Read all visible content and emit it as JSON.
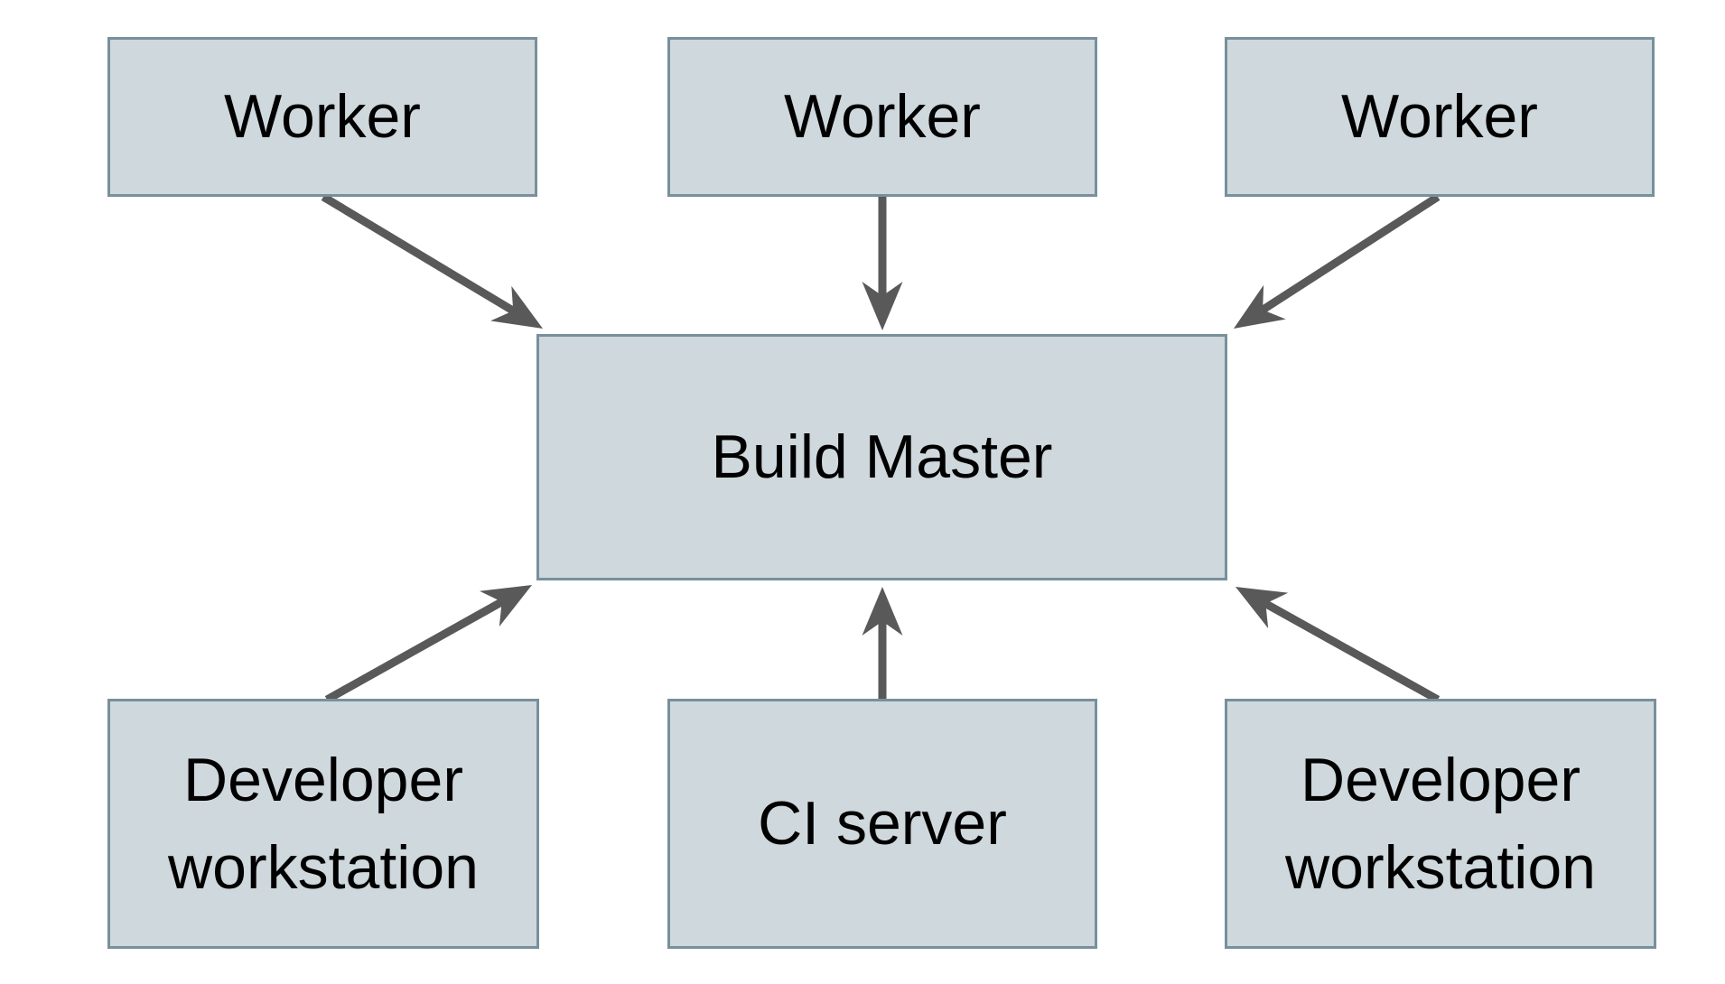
{
  "diagram": {
    "nodes": [
      {
        "id": "worker-1",
        "label": "Worker"
      },
      {
        "id": "worker-2",
        "label": "Worker"
      },
      {
        "id": "worker-3",
        "label": "Worker"
      },
      {
        "id": "build-master",
        "label": "Build Master"
      },
      {
        "id": "developer-workstation-left",
        "label": "Developer workstation"
      },
      {
        "id": "ci-server",
        "label": "CI server"
      },
      {
        "id": "developer-workstation-right",
        "label": "Developer workstation"
      }
    ],
    "edges": [
      {
        "from": "worker-1",
        "to": "build-master"
      },
      {
        "from": "worker-2",
        "to": "build-master"
      },
      {
        "from": "worker-3",
        "to": "build-master"
      },
      {
        "from": "developer-workstation-left",
        "to": "build-master"
      },
      {
        "from": "ci-server",
        "to": "build-master"
      },
      {
        "from": "developer-workstation-right",
        "to": "build-master"
      }
    ],
    "colors": {
      "background": "#ffffff",
      "node_fill": "#cfd8dc",
      "node_border": "#78909c",
      "arrow": "#595959",
      "text": "#000000"
    }
  }
}
